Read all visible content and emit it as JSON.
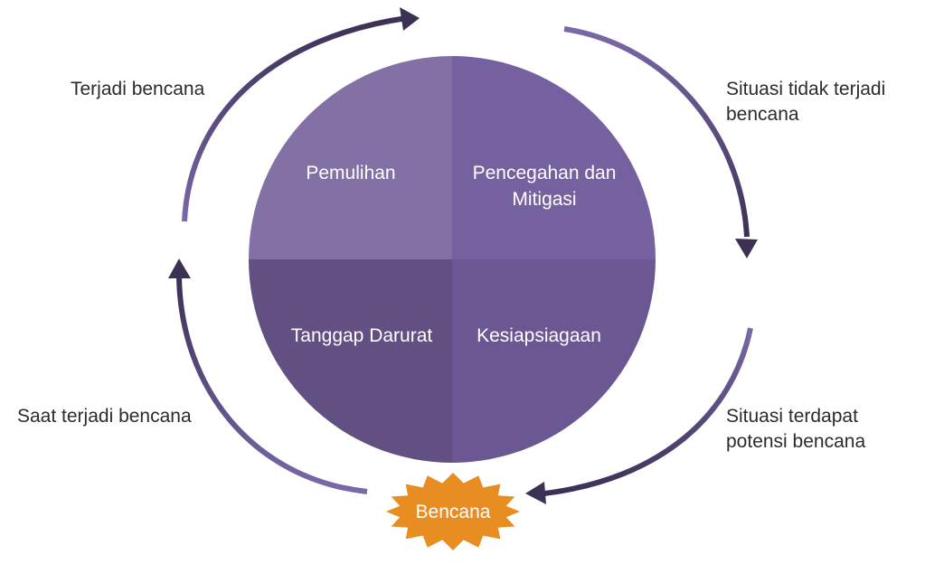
{
  "colors": {
    "q_top_left": "#8371a6",
    "q_top_right": "#7561a0",
    "q_bottom_left": "#625082",
    "q_bottom_right": "#6b5892",
    "arrow_dark": "#3d3055",
    "arrow_light": "#7b68a9",
    "burst": "#e88d22",
    "label_text": "#2b2b2b"
  },
  "quadrants": {
    "top_left": "Pemulihan",
    "top_right_line1": "Pencegahan dan",
    "top_right_line2": "Mitigasi",
    "bottom_left": "Tanggap Darurat",
    "bottom_right": "Kesiapsiagaan"
  },
  "labels": {
    "top_left": "Terjadi bencana",
    "top_right_line1": "Situasi tidak terjadi",
    "top_right_line2": "bencana",
    "bottom_left": "Saat terjadi bencana",
    "bottom_right_line1": "Situasi terdapat",
    "bottom_right_line2": "potensi bencana"
  },
  "center_event": "Bencana"
}
